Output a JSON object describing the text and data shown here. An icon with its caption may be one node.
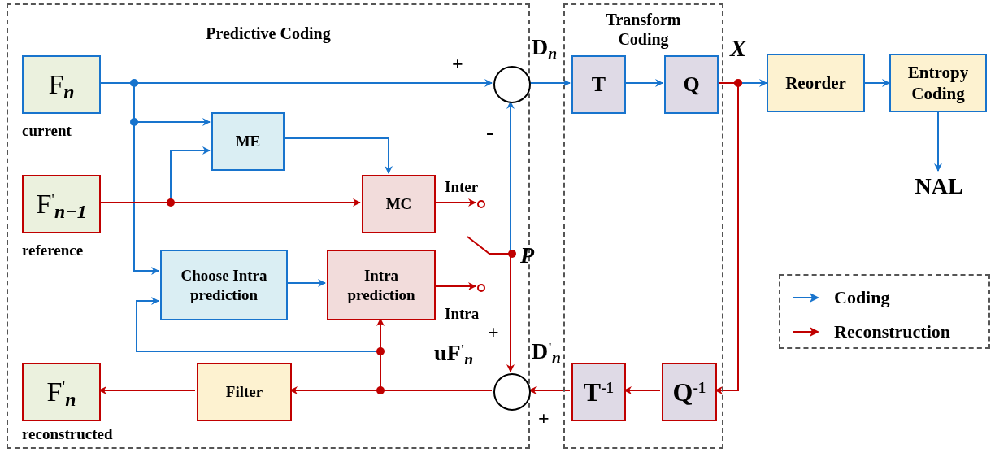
{
  "diagram": {
    "nodes": [
      {
        "text": [
          "Predictive Coding"
        ]
      },
      {
        "text": [
          "Transform Coding"
        ]
      },
      {
        "text": [
          "F$_{n}$"
        ],
        "in": 0,
        "beside": [
          "current"
        ]
      },
      {
        "text": [
          "ME"
        ],
        "in": 0
      },
      {
        "text": [
          "F$^{'}$$_{n−1}$"
        ],
        "in": 0,
        "beside": [
          "reference"
        ]
      },
      {
        "text": [
          "MC"
        ],
        "in": 0,
        "beside": [
          "Inter"
        ]
      },
      {
        "text": [
          "Choose Intra prediction"
        ],
        "in": 0
      },
      {
        "text": [
          "Intra prediction"
        ],
        "in": 0,
        "beside": [
          "Intra"
        ]
      },
      {
        "text": [
          "F$^{'}$$_{n}$"
        ],
        "in": 0,
        "beside": [
          "reconstructed"
        ]
      },
      {
        "text": [
          "Filter"
        ],
        "in": 0
      },
      {
        "text": [],
        "shape": "circle",
        "in": 0
      },
      {
        "text": [],
        "shape": "circle",
        "in": 0
      },
      {
        "text": [
          "T"
        ],
        "in": 1
      },
      {
        "text": [
          "Q"
        ],
        "in": 1
      },
      {
        "text": [
          "Reorder"
        ]
      },
      {
        "text": [
          "Entropy Coding"
        ]
      },
      {
        "text": [
          "NAL"
        ]
      },
      {
        "text": [
          "T$^{-1}$"
        ],
        "in": 1
      },
      {
        "text": [
          "Q$^{-1}$"
        ],
        "in": 1
      },
      {
        "text": [],
        "shape": "circle",
        "in": 0
      },
      {
        "text": [],
        "shape": "circle",
        "in": 0
      },
      {
        "text": [],
        "shape": "switch",
        "in": 0
      }
    ],
    "edges": [
      {
        "from": 2,
        "to": 10,
        "arrow": "to"
      },
      {
        "from": 2,
        "to": 3,
        "arrow": "to"
      },
      {
        "from": 2,
        "to": 6,
        "arrow": "to"
      },
      {
        "from": 4,
        "to": 5,
        "arrow": "to",
        "color": "#c00000"
      },
      {
        "from": 4,
        "to": 3,
        "arrow": "to"
      },
      {
        "from": 3,
        "to": 5,
        "arrow": "to"
      },
      {
        "from": 5,
        "to": 19,
        "arrow": "to",
        "color": "#c00000"
      },
      {
        "from": 6,
        "to": 7,
        "arrow": "to"
      },
      {
        "from": 7,
        "to": 20,
        "arrow": "to",
        "color": "#c00000"
      },
      {
        "from": 21,
        "to": 10,
        "arrow": "to"
      },
      {
        "from": 21,
        "to": 11,
        "arrow": "to",
        "color": "#c00000"
      },
      {
        "from": 10,
        "to": 12,
        "arrow": "to"
      },
      {
        "from": 12,
        "to": 13,
        "arrow": "to"
      },
      {
        "from": 13,
        "to": 14,
        "arrow": "to"
      },
      {
        "from": 13,
        "to": 18,
        "arrow": "to",
        "color": "#c00000"
      },
      {
        "from": 14,
        "to": 15,
        "arrow": "to"
      },
      {
        "from": 15,
        "to": 16,
        "arrow": "to"
      },
      {
        "from": 18,
        "to": 17,
        "arrow": "to",
        "color": "#c00000"
      },
      {
        "from": 17,
        "to": 11,
        "arrow": "to",
        "color": "#c00000"
      },
      {
        "from": 11,
        "to": 9,
        "arrow": "to",
        "color": "#c00000"
      },
      {
        "from": 11,
        "to": 7,
        "arrow": "to",
        "color": "#c00000"
      },
      {
        "from": 11,
        "to": 6,
        "arrow": "to"
      },
      {
        "from": 9,
        "to": 8,
        "arrow": "to",
        "color": "#c00000"
      }
    ],
    "labels": [
      "+",
      "D$_{n}$",
      "-",
      "P",
      "+",
      "uF$^{'}$$_{n}$",
      "D$^{'}$$_{n}$",
      "+",
      "X"
    ],
    "legend": [
      {
        "text": "Coding"
      },
      {
        "text": "Reconstruction"
      }
    ]
  }
}
